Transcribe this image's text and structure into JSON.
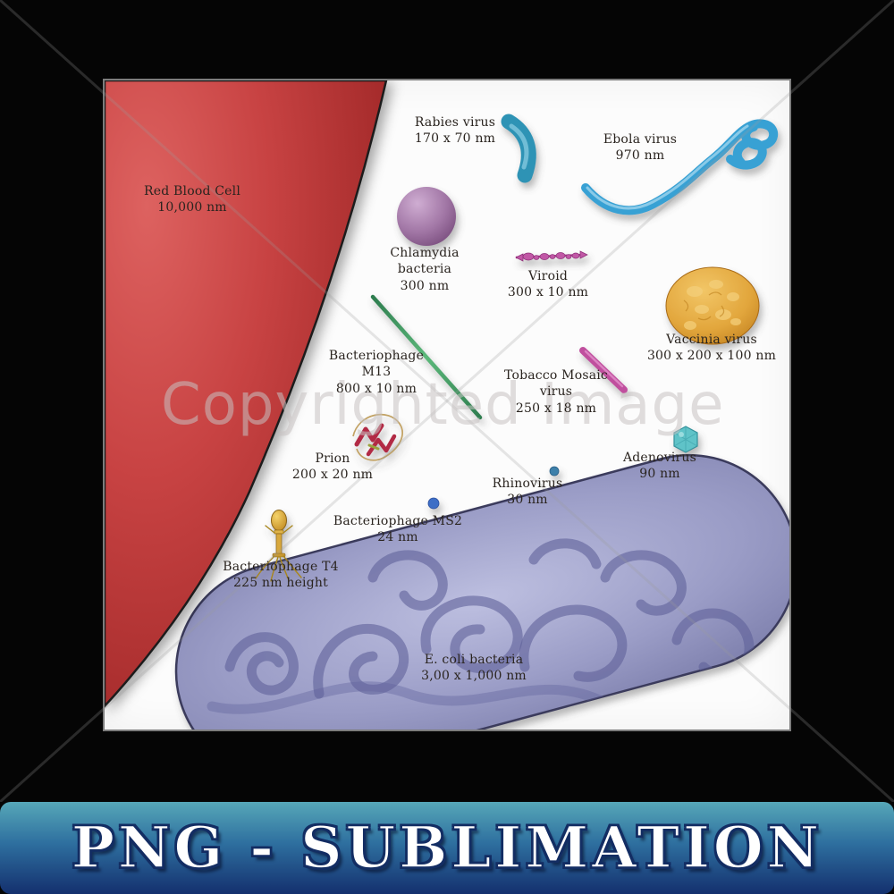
{
  "mockup": {
    "watermark_text": "Copyrighted Image",
    "banner": {
      "label": "PNG - SUBLIMATION",
      "bg_top": "#56A7B8",
      "bg_bottom": "#14306E",
      "text_color": "#FFFFFF"
    }
  },
  "diagram": {
    "type": "size-comparison",
    "subject": "Relative sizes of viruses, bacteria and cells",
    "items": [
      {
        "name": "Red Blood Cell",
        "size": "10,000 nm",
        "label": "Red Blood Cell\n10,000 nm",
        "color": "#C23B3B"
      },
      {
        "name": "Rabies virus",
        "size": "170 x 70 nm",
        "label": "Rabies virus\n170 x 70 nm",
        "color": "#3595B6"
      },
      {
        "name": "Ebola virus",
        "size": "970 nm",
        "label": "Ebola virus\n970 nm",
        "color": "#3AA2D5"
      },
      {
        "name": "Chlamydia bacteria",
        "size": "300 nm",
        "label": "Chlamydia\nbacteria\n300 nm",
        "color": "#A277A6"
      },
      {
        "name": "Viroid",
        "size": "300 x 10 nm",
        "label": "Viroid\n300 x 10 nm",
        "color": "#C158A6"
      },
      {
        "name": "Vaccinia virus",
        "size": "300 x 200 x 100 nm",
        "label": "Vaccinia virus\n300 x 200 x 100 nm",
        "color": "#E2A63C"
      },
      {
        "name": "Bacteriophage M13",
        "size": "800 x 10 nm",
        "label": "Bacteriophage\nM13\n800 x 10 nm",
        "color": "#3F9E62"
      },
      {
        "name": "Tobacco Mosaic virus",
        "size": "250 x 18 nm",
        "label": "Tobacco Mosaic\nvirus\n250 x 18 nm",
        "color": "#C0509E"
      },
      {
        "name": "Prion",
        "size": "200 x 20 nm",
        "label": "Prion\n200 x 20 nm",
        "color": "#B22C44"
      },
      {
        "name": "Adenovirus",
        "size": "90 nm",
        "label": "Adenovirus\n90 nm",
        "color": "#5FC3C8"
      },
      {
        "name": "Rhinovirus",
        "size": "30 nm",
        "label": "Rhinovirus\n30 nm",
        "color": "#3C80AA"
      },
      {
        "name": "Bacteriophage MS2",
        "size": "24 nm",
        "label": "Bacteriophage MS2\n24 nm",
        "color": "#3E6EC6"
      },
      {
        "name": "Bacteriophage T4",
        "size": "225 nm height",
        "label": "Bacteriophage T4\n225 nm height",
        "color": "#D9A43F"
      },
      {
        "name": "E. coli bacteria",
        "size": "3,00 x 1,000 nm",
        "label": "E. coli bacteria\n3,00 x 1,000 nm",
        "color": "#9193C0"
      }
    ]
  }
}
